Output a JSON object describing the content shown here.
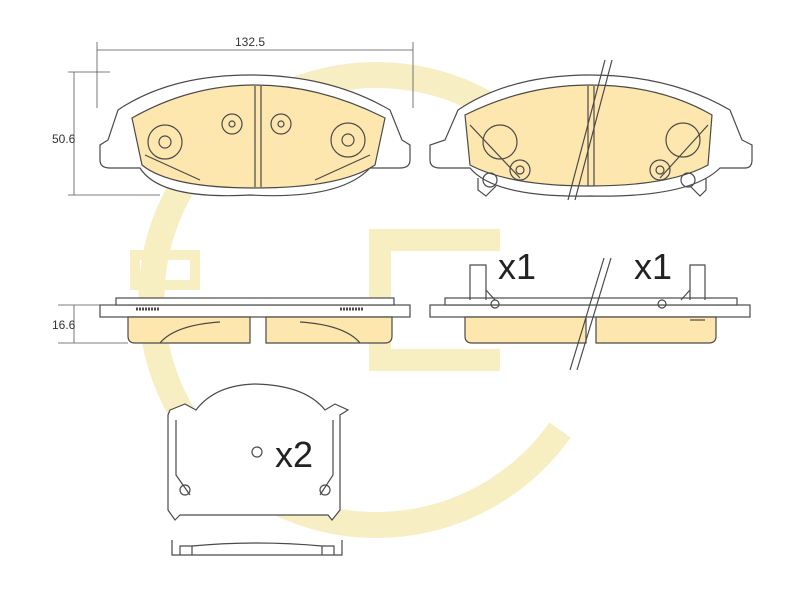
{
  "dimensions": {
    "width": "132.5",
    "height": "50.6",
    "thickness": "16.6"
  },
  "quantities": {
    "inner_left": "x1",
    "inner_right": "x1",
    "clip": "x2"
  },
  "colors": {
    "pad_fill": "#fde7ae",
    "pad_fill_light": "#fff3d0",
    "outline": "#4a4a4a",
    "watermark": "#f6ecb8"
  }
}
